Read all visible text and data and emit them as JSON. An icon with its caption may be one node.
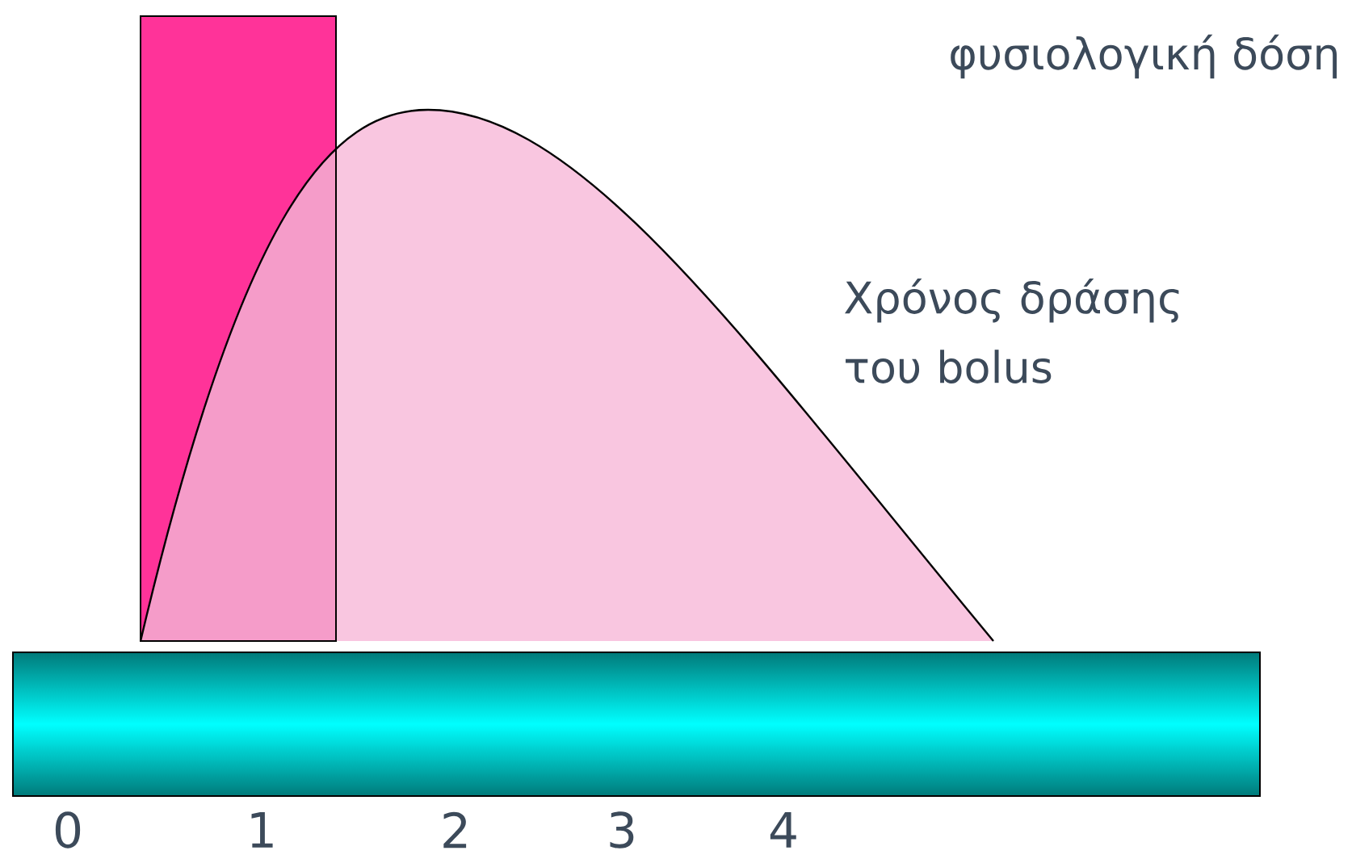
{
  "diagram": {
    "labels": [
      "φυσιολογική δόση",
      "Χρόνος δράσης του bolus",
      "0",
      "1",
      "2",
      "3",
      "4"
    ]
  }
}
